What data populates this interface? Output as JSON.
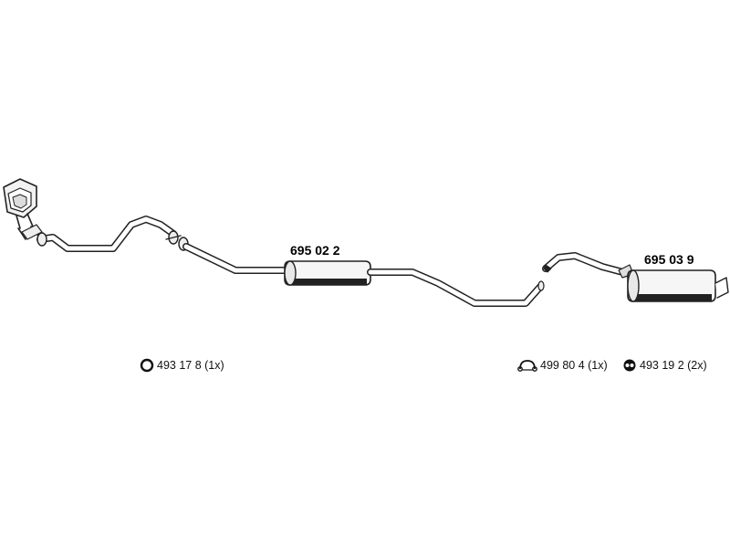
{
  "parts": {
    "front_silencer": "695 02 2",
    "rear_silencer": "695 03 9"
  },
  "accessories": [
    {
      "icon": "gasket-ring-icon",
      "label": "493 17 8 (1x)"
    },
    {
      "icon": "clamp-icon",
      "label": "499 80 4 (1x)"
    },
    {
      "icon": "rubber-mount-icon",
      "label": "493 19 2 (2x)"
    }
  ]
}
